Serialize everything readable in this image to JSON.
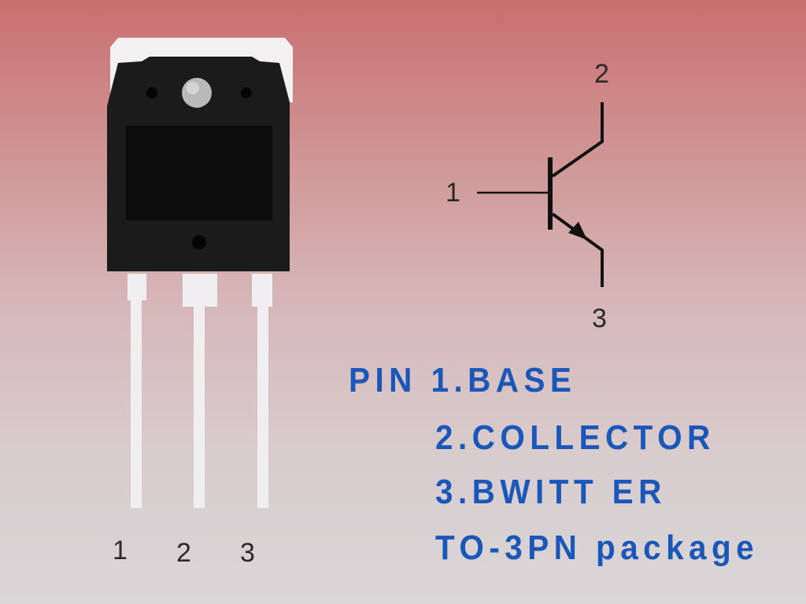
{
  "package_pin_labels": [
    "1",
    "2",
    "3"
  ],
  "symbol_labels": {
    "base": "1",
    "collector": "2",
    "emitter": "3"
  },
  "pinout": {
    "line1": "PIN 1.BASE",
    "line2": "2.COLLECTOR",
    "line3": "3.BWITT ER",
    "line4": "TO-3PN package"
  },
  "colors": {
    "text": "#1b57b9",
    "body": "#1a1a1a",
    "lead": "#f0eef0"
  }
}
